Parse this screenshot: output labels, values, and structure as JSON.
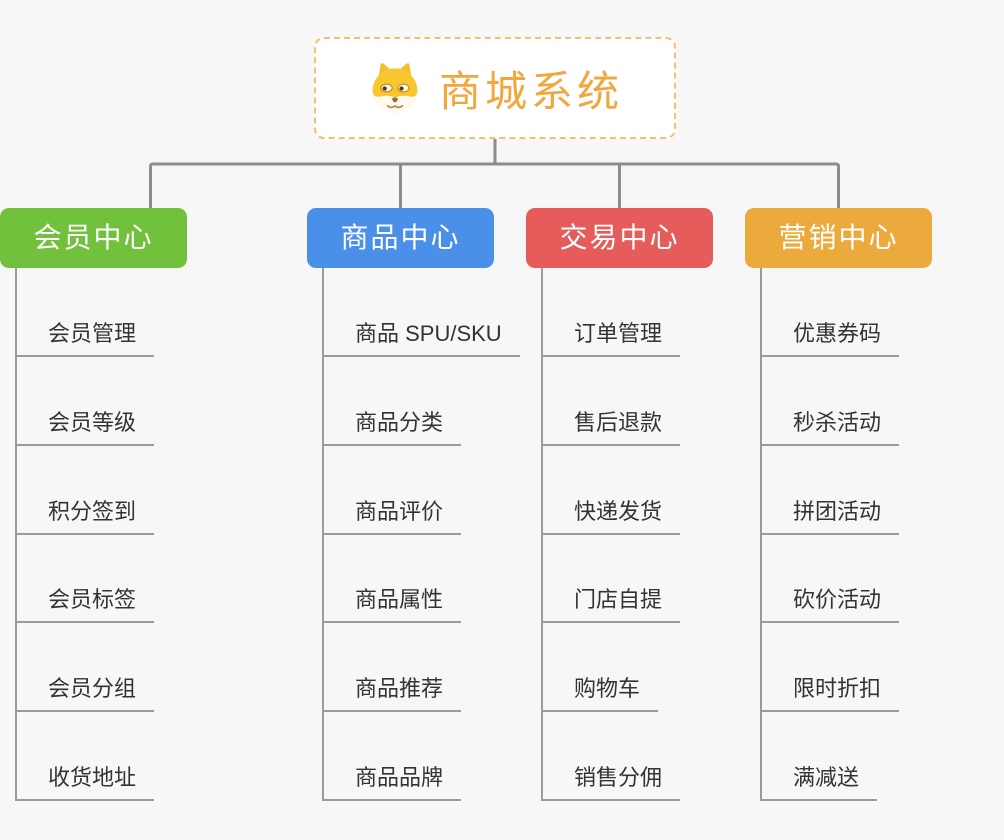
{
  "root": {
    "title": "商城系统",
    "icon": "dog-icon",
    "title_color": "#f2a63c",
    "border_color": "#f3c06e"
  },
  "connector_color": "#8d8d8d",
  "background_color": "#f7f7f7",
  "branches": [
    {
      "label": "商品中心",
      "color": "#4b90e8",
      "leaves": [
        "商品 SPU/SKU",
        "商品分类",
        "商品评价",
        "商品属性",
        "商品推荐",
        "商品品牌"
      ]
    },
    {
      "label": "交易中心",
      "color": "#e65c5a",
      "leaves": [
        "订单管理",
        "售后退款",
        "快递发货",
        "门店自提",
        "购物车",
        "销售分佣"
      ]
    },
    {
      "label": "营销中心",
      "color": "#ecaa3c",
      "leaves": [
        "优惠券码",
        "秒杀活动",
        "拼团活动",
        "砍价活动",
        "限时折扣",
        "满减送"
      ]
    },
    {
      "label": "会员中心",
      "color": "#72c13c",
      "leaves": [
        "会员管理",
        "会员等级",
        "积分签到",
        "会员标签",
        "会员分组",
        "收货地址"
      ]
    }
  ]
}
